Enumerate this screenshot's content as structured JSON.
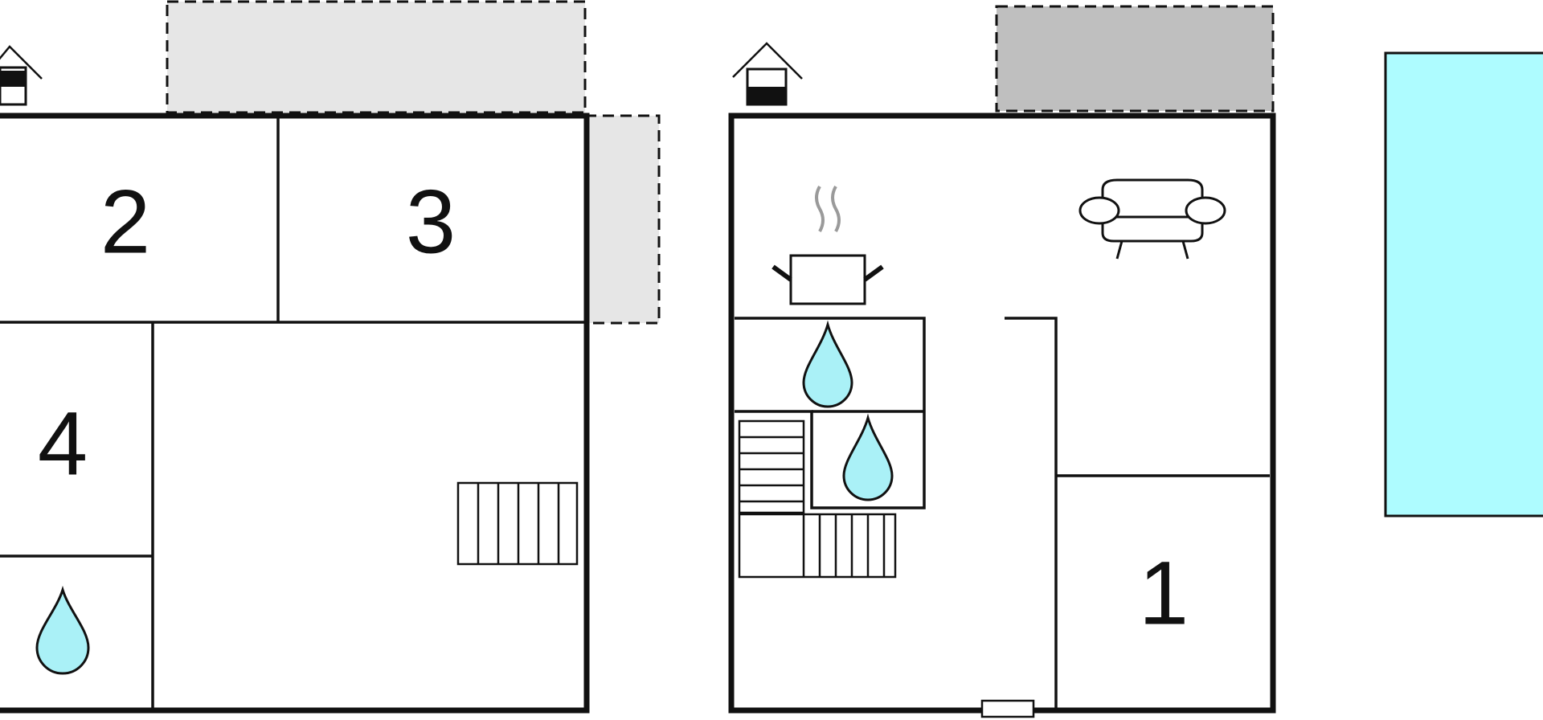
{
  "floorplan": {
    "rooms": [
      {
        "id": "room-2",
        "label": "2"
      },
      {
        "id": "room-3",
        "label": "3"
      },
      {
        "id": "room-4",
        "label": "4"
      },
      {
        "id": "room-1",
        "label": "1"
      }
    ],
    "icons": [
      "house-entrance-icon",
      "stairs-icon",
      "water-drop-icon",
      "cooking-pot-icon",
      "sofa-icon"
    ],
    "colors": {
      "wall": "#111111",
      "terrace_light": "#e6e6e6",
      "terrace_dark": "#bfbfbf",
      "pool": "#aefcff",
      "water_drop": "#aaf1f7",
      "steam": "#9a9a9a"
    }
  }
}
